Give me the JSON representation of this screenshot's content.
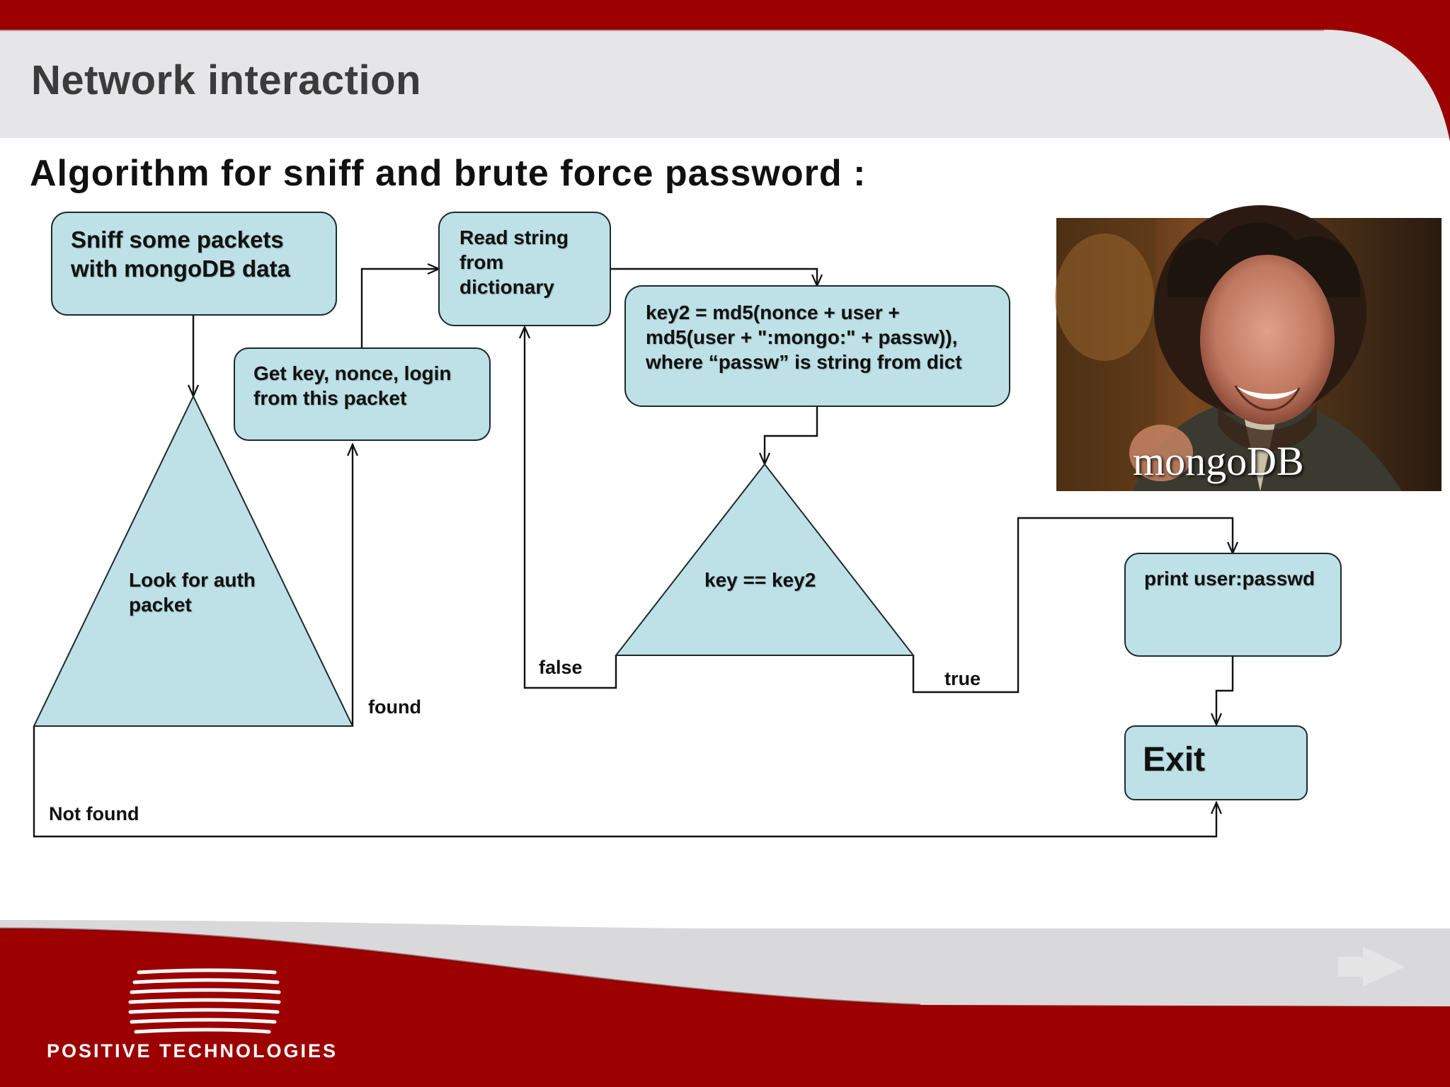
{
  "slide": {
    "title": "Network interaction",
    "subtitle": "Algorithm for sniff and brute force password :"
  },
  "flowchart": {
    "nodes": {
      "sniff": "Sniff some packets\nwith mongoDB data",
      "look_for_auth": "Look for auth\npacket",
      "get_key": "Get key, nonce, login\nfrom this packet",
      "read_string": "Read string\nfrom\ndictionary",
      "compute_key2": "key2 = md5(nonce + user +\nmd5(user + \":mongo:\" + passw)),\nwhere “passw” is string from dict",
      "compare": "key == key2",
      "print_result": "print user:passwd",
      "exit": "Exit"
    },
    "edge_labels": {
      "found": "found",
      "not_found": "Not found",
      "false": "false",
      "true": "true"
    }
  },
  "meme_image": {
    "caption": "mongoDB",
    "icon": "ancient-aliens-guy-photo"
  },
  "footer": {
    "brand": "POSITIVE TECHNOLOGIES",
    "logo_icon": "positive-technologies-logo",
    "next_icon": "next-arrow-icon"
  },
  "colors": {
    "brand_red": "#9c0000",
    "header_gray": "#e6e6e8",
    "node_fill": "#bde1e6",
    "node_stroke": "#1f2a2c"
  }
}
